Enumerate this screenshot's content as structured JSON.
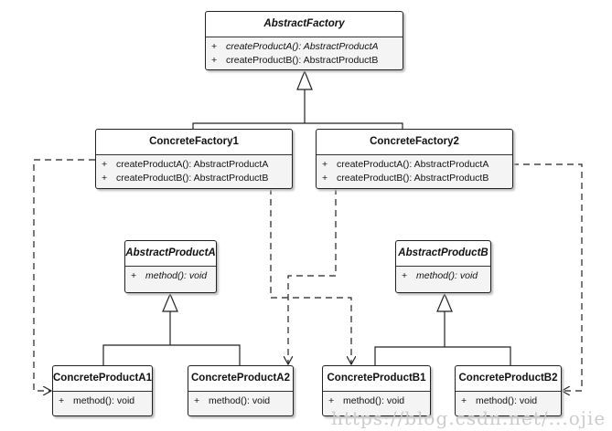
{
  "classes": {
    "abstract_factory": {
      "name": "AbstractFactory",
      "ops": [
        {
          "vis": "+",
          "sig": "createProductA(): AbstractProductA"
        },
        {
          "vis": "+",
          "sig": "createProductB(): AbstractProductB"
        }
      ]
    },
    "concrete_factory1": {
      "name": "ConcreteFactory1",
      "ops": [
        {
          "vis": "+",
          "sig": "createProductA(): AbstractProductA"
        },
        {
          "vis": "+",
          "sig": "createProductB(): AbstractProductB"
        }
      ]
    },
    "concrete_factory2": {
      "name": "ConcreteFactory2",
      "ops": [
        {
          "vis": "+",
          "sig": "createProductA(): AbstractProductA"
        },
        {
          "vis": "+",
          "sig": "createProductB(): AbstractProductB"
        }
      ]
    },
    "abstract_product_a": {
      "name": "AbstractProductA",
      "ops": [
        {
          "vis": "+",
          "sig": "method(): void"
        }
      ]
    },
    "abstract_product_b": {
      "name": "AbstractProductB",
      "ops": [
        {
          "vis": "+",
          "sig": "method(): void"
        }
      ]
    },
    "concrete_product_a1": {
      "name": "ConcreteProductA1",
      "ops": [
        {
          "vis": "+",
          "sig": "method(): void"
        }
      ]
    },
    "concrete_product_a2": {
      "name": "ConcreteProductA2",
      "ops": [
        {
          "vis": "+",
          "sig": "method(): void"
        }
      ]
    },
    "concrete_product_b1": {
      "name": "ConcreteProductB1",
      "ops": [
        {
          "vis": "+",
          "sig": "method(): void"
        }
      ]
    },
    "concrete_product_b2": {
      "name": "ConcreteProductB2",
      "ops": [
        {
          "vis": "+",
          "sig": "method(): void"
        }
      ]
    }
  },
  "watermark": "https://blog.csdn.net/...ojie",
  "colors": {
    "line": "#222222",
    "box_fill": "#f4f4f4"
  }
}
